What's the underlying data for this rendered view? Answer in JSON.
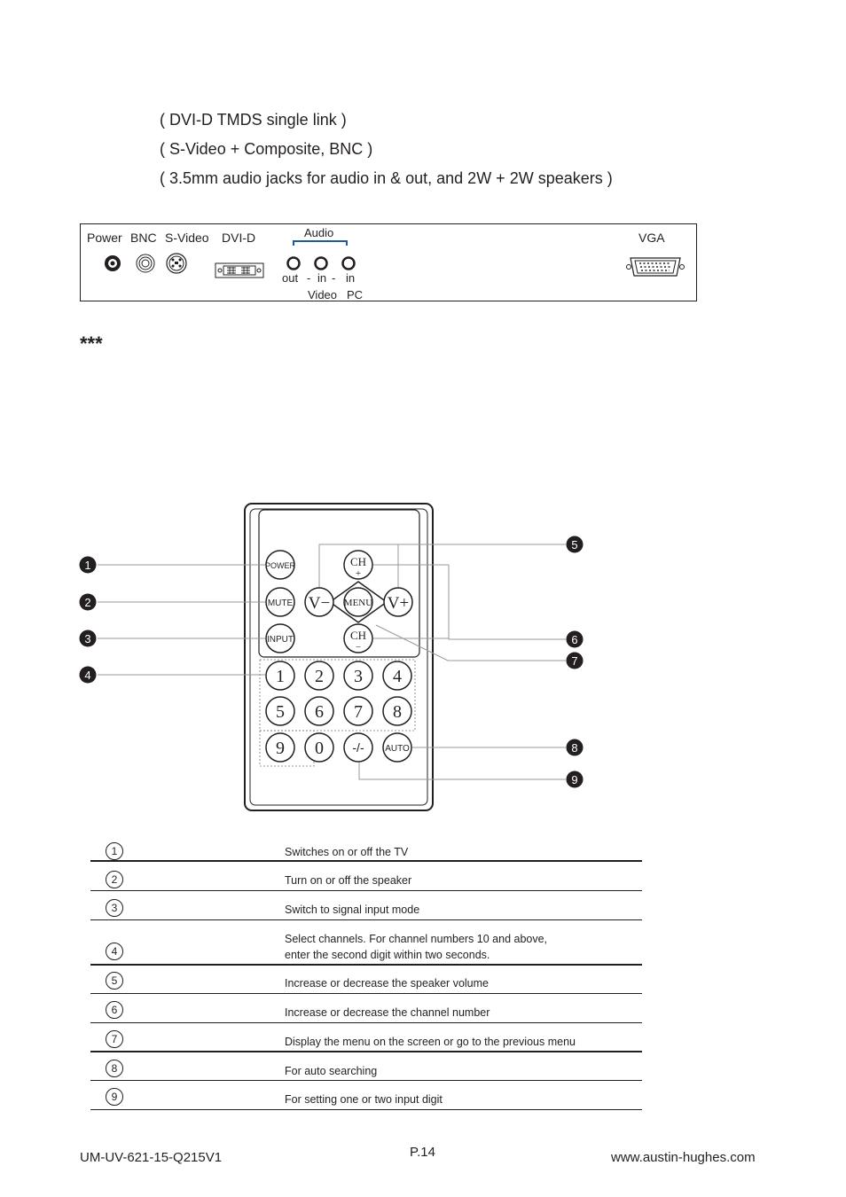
{
  "specs": [
    "( DVI-D TMDS single link )",
    "( S-Video + Composite, BNC )",
    "( 3.5mm audio jacks for audio in & out, and 2W + 2W speakers )"
  ],
  "panel": {
    "labels": {
      "power": "Power",
      "bnc": "BNC",
      "svideo": "S-Video",
      "dvid": "DVI-D",
      "audio": "Audio",
      "vga": "VGA"
    },
    "audio_sub": {
      "out": "out",
      "dash1": "-",
      "in1": "in",
      "dash2": "-",
      "in2": "in",
      "video": "Video",
      "pc": "PC"
    }
  },
  "stars": "***",
  "remote": {
    "buttons": {
      "power": "POWER",
      "mute": "MUTE",
      "input": "INPUT",
      "ch_plus_top": "CH",
      "ch_plus_sign": "+",
      "vol_down": "V−",
      "menu": "MENU",
      "vol_up": "V+",
      "ch_minus_top": "CH",
      "ch_minus_sign": "−",
      "dash": "-/-",
      "auto": "AUTO"
    },
    "digits": [
      "1",
      "2",
      "3",
      "4",
      "5",
      "6",
      "7",
      "8",
      "9",
      "0"
    ],
    "callouts": [
      "1",
      "2",
      "3",
      "4",
      "5",
      "6",
      "7",
      "8",
      "9"
    ]
  },
  "legend": [
    {
      "num": "1",
      "desc": "Switches on or off the TV"
    },
    {
      "num": "2",
      "desc": "Turn on or off the speaker"
    },
    {
      "num": "3",
      "desc": "Switch to signal input mode"
    },
    {
      "num": "4",
      "desc": "Select channels. For channel numbers 10 and above,",
      "desc2": "enter the second digit within two seconds."
    },
    {
      "num": "5",
      "desc": "Increase or decrease the speaker volume"
    },
    {
      "num": "6",
      "desc": "Increase or decrease the channel number"
    },
    {
      "num": "7",
      "desc": "Display the menu on the screen or go to the previous menu"
    },
    {
      "num": "8",
      "desc": "For auto searching"
    },
    {
      "num": "9",
      "desc": "For setting one or two input digit"
    }
  ],
  "footer": {
    "doc_code": "UM-UV-621-15-Q215V1",
    "page": "P.14",
    "website": "www.austin-hughes.com"
  }
}
